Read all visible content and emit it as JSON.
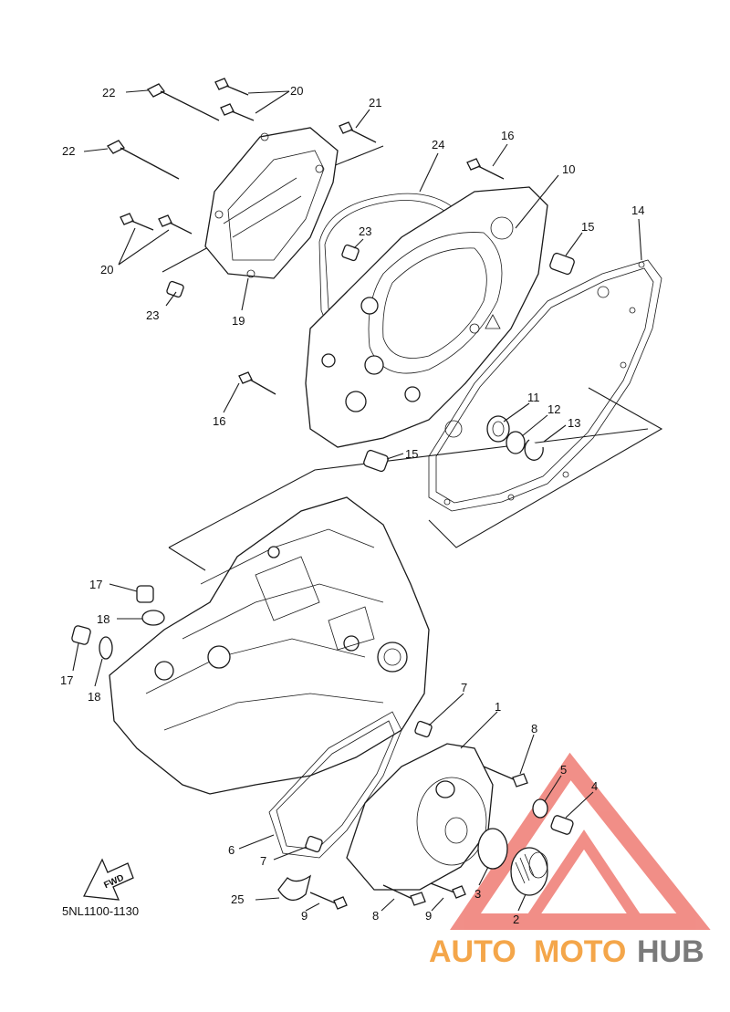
{
  "diagram": {
    "code": "5NL1100-1130",
    "fwd_label": "FWD",
    "callouts": {
      "c1": "1",
      "c2": "2",
      "c3": "3",
      "c4": "4",
      "c5": "5",
      "c6": "6",
      "c7a": "7",
      "c7b": "7",
      "c8a": "8",
      "c8b": "8",
      "c9a": "9",
      "c9b": "9",
      "c10": "10",
      "c11": "11",
      "c12": "12",
      "c13": "13",
      "c14": "14",
      "c15a": "15",
      "c15b": "15",
      "c16a": "16",
      "c16b": "16",
      "c17a": "17",
      "c17b": "17",
      "c18a": "18",
      "c18b": "18",
      "c19": "19",
      "c20a": "20",
      "c20b": "20",
      "c21": "21",
      "c22a": "22",
      "c22b": "22",
      "c23a": "23",
      "c23b": "23",
      "c24": "24",
      "c25": "25"
    }
  },
  "watermark": {
    "part1": "AUTO",
    "part2": "MOTO",
    "part3": "HUB",
    "colors": {
      "triangle": "#ef7b73",
      "orange": "#f4a64a",
      "gray": "#7a7a7a"
    }
  }
}
